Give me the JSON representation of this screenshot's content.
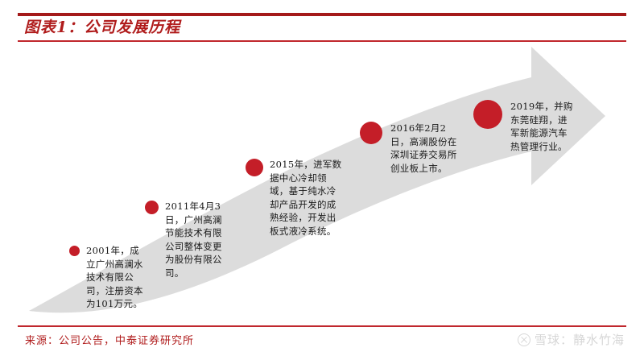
{
  "header": {
    "title": "图表1：公司发展历程",
    "rule_color": "#A41A1A"
  },
  "timeline": {
    "arrow_color": "#DCDCDC",
    "dot_color": "#C41E28",
    "milestones": [
      {
        "id": "ms-1",
        "year": "2001",
        "text": "2001年，成立广州高澜水技术有限公司，注册资本为101万元。"
      },
      {
        "id": "ms-2",
        "year": "2011",
        "text": "2011年4月3日，广州高澜节能技术有限公司整体变更为股份有限公司。"
      },
      {
        "id": "ms-3",
        "year": "2015",
        "text": "2015年，进军数据中心冷却领域，基于纯水冷却产品开发的成熟经验，开发出板式液冷系统。"
      },
      {
        "id": "ms-4",
        "year": "2016",
        "text": "2016年2月2日，高澜股份在深圳证券交易所创业板上市。"
      },
      {
        "id": "ms-5",
        "year": "2019",
        "text": "2019年，并购东莞硅翔，进军新能源汽车热管理行业。"
      }
    ]
  },
  "footer": {
    "source": "来源：公司公告，中泰证券研究所",
    "source_color": "#B01C1C"
  },
  "watermark": {
    "logo": "xueqiu-logo-icon",
    "text": "雪球：静水竹海"
  }
}
